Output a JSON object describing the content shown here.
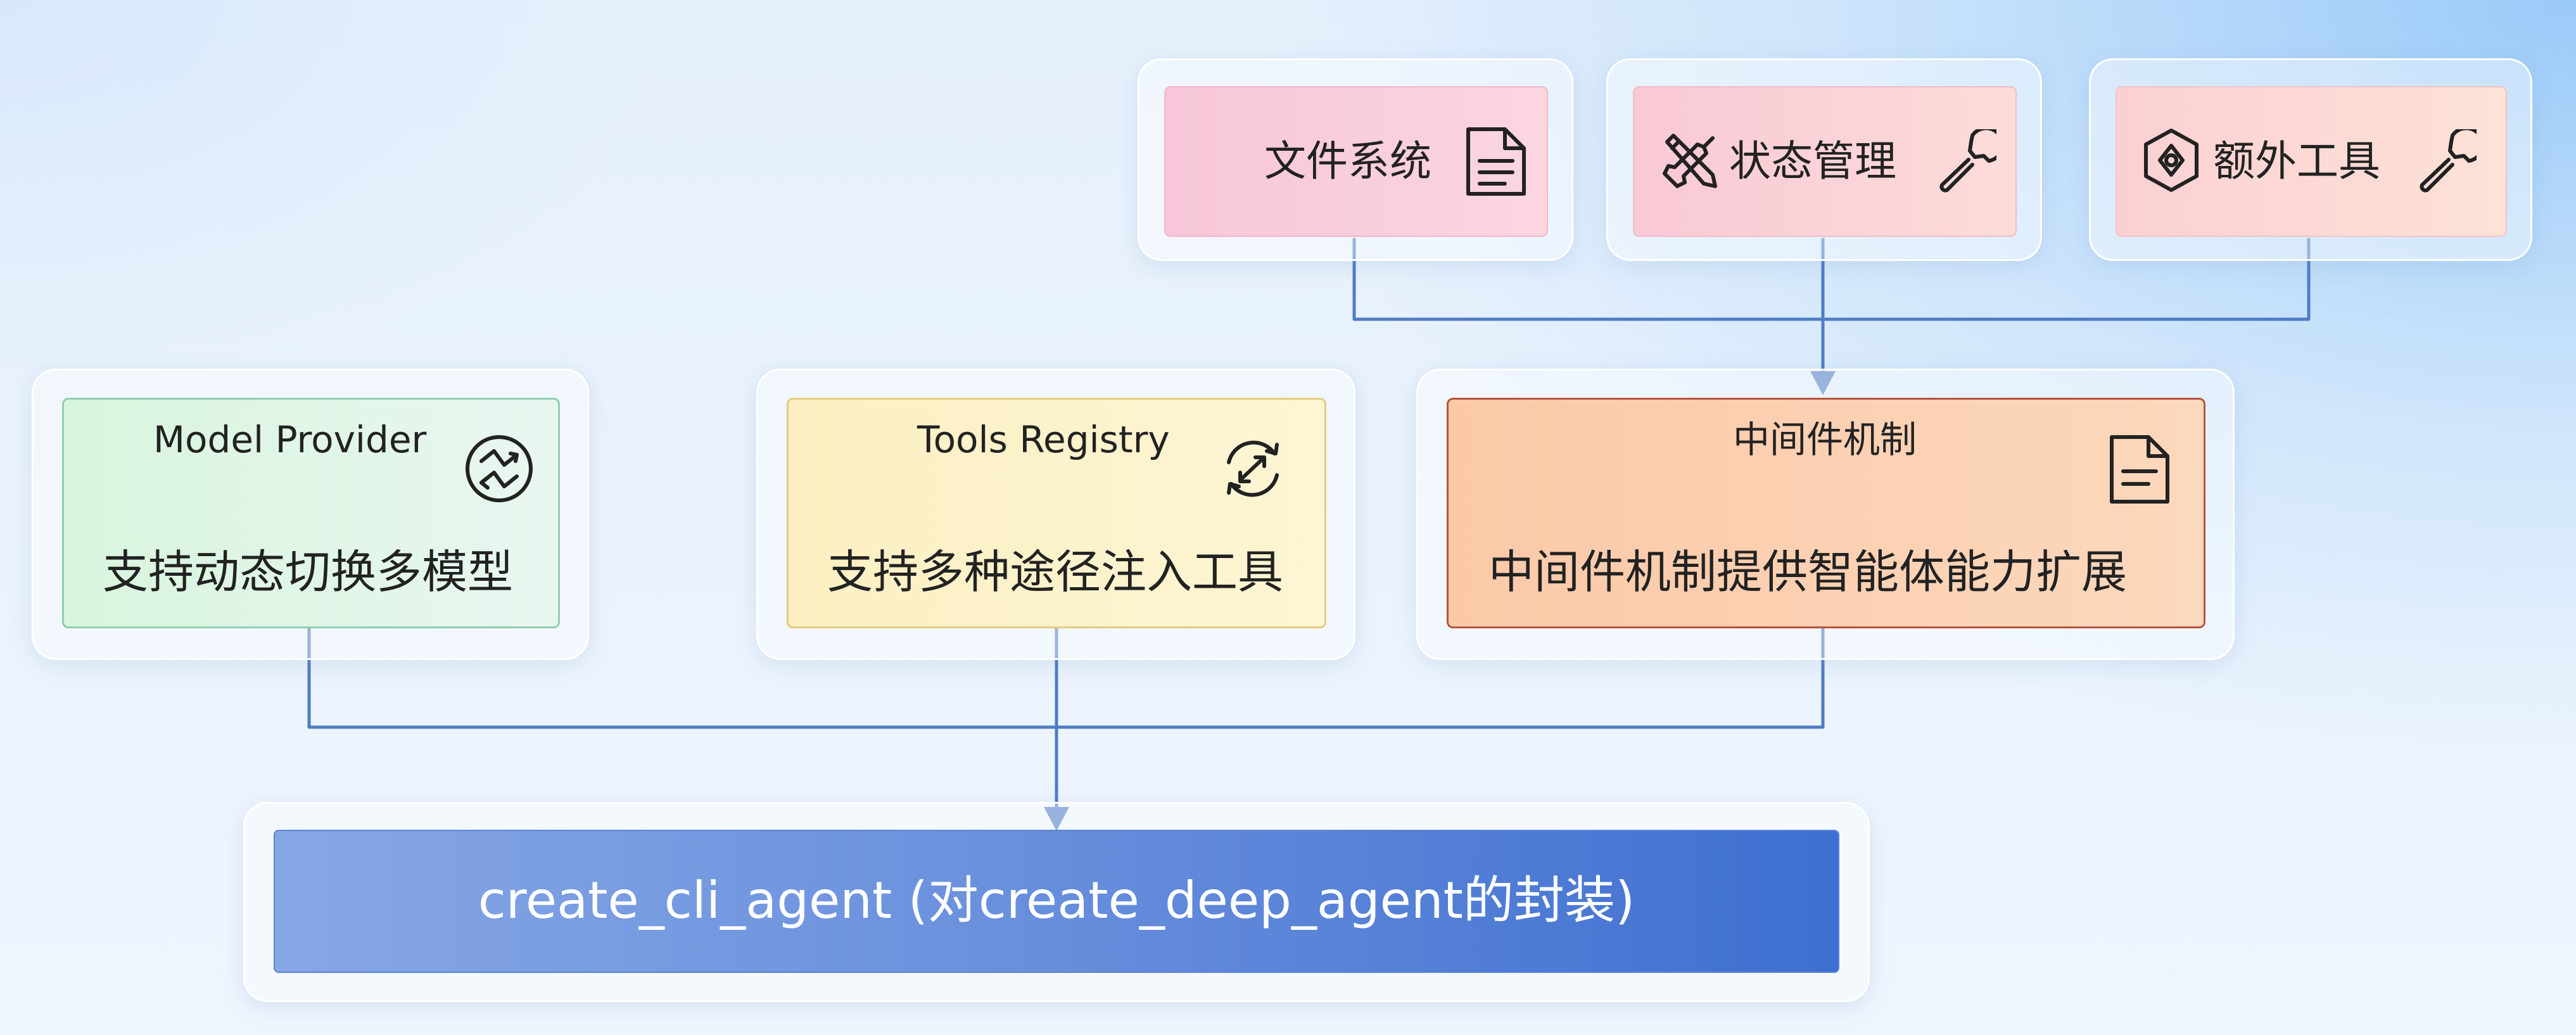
{
  "top_modules": [
    {
      "id": "fs",
      "label": "文件系统",
      "icon": "document-icon"
    },
    {
      "id": "sm",
      "label": "状态管理",
      "left_icon": "tools-crossed-icon",
      "icon": "wrench-icon"
    },
    {
      "id": "et",
      "label": "额外工具",
      "left_icon": "hexagon-gear-icon",
      "icon": "wrench-icon"
    }
  ],
  "middle_modules": [
    {
      "id": "mp",
      "title": "Model Provider",
      "description": "支持动态切换多模型",
      "icon": "switch-arrows-icon"
    },
    {
      "id": "tr",
      "title": "Tools Registry",
      "description": "支持多种途径注入工具",
      "icon": "refresh-arrows-icon"
    },
    {
      "id": "mw",
      "title": "中间件机制",
      "description": "中间件机制提供智能体能力扩展",
      "icon": "document-icon"
    }
  ],
  "agent": {
    "label": "create_cli_agent (对create_deep_agent的封装)"
  },
  "colors": {
    "connector": "#4f7cc4",
    "agent_start": "#86a7e6",
    "agent_end": "#3e6fd0",
    "middleware_border": "#b8523f"
  }
}
